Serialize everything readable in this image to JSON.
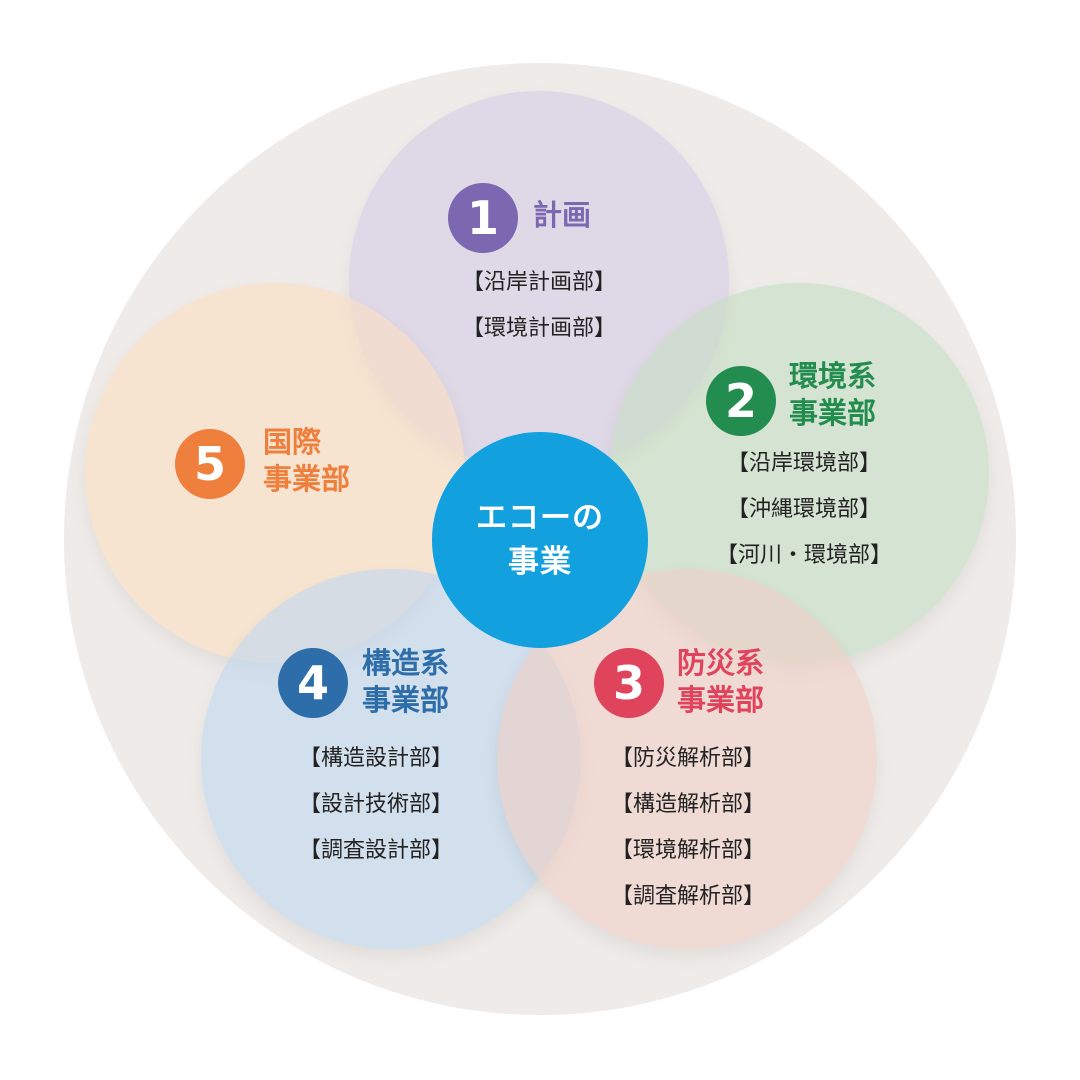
{
  "center": {
    "line1": "エコーの",
    "line2": "事業"
  },
  "colors": {
    "outer": "#eeebe8",
    "center": "#13a0de",
    "planning": "#7b68b0",
    "environment": "#238c4f",
    "disaster": "#e0445c",
    "structure": "#2d6daa",
    "international": "#ef7f3d"
  },
  "divisions": {
    "planning": {
      "number": "1",
      "lines": [
        "計画"
      ],
      "departments": [
        "【沿岸計画部】",
        "【環境計画部】"
      ]
    },
    "environment": {
      "number": "2",
      "lines": [
        "環境系",
        "事業部"
      ],
      "departments": [
        "【沿岸環境部】",
        "【沖縄環境部】",
        "【河川・環境部】"
      ]
    },
    "disaster": {
      "number": "3",
      "lines": [
        "防災系",
        "事業部"
      ],
      "departments": [
        "【防災解析部】",
        "【構造解析部】",
        "【環境解析部】",
        "【調査解析部】"
      ]
    },
    "structure": {
      "number": "4",
      "lines": [
        "構造系",
        "事業部"
      ],
      "departments": [
        "【構造設計部】",
        "【設計技術部】",
        "【調査設計部】"
      ]
    },
    "international": {
      "number": "5",
      "lines": [
        "国際",
        "事業部"
      ],
      "departments": []
    }
  }
}
